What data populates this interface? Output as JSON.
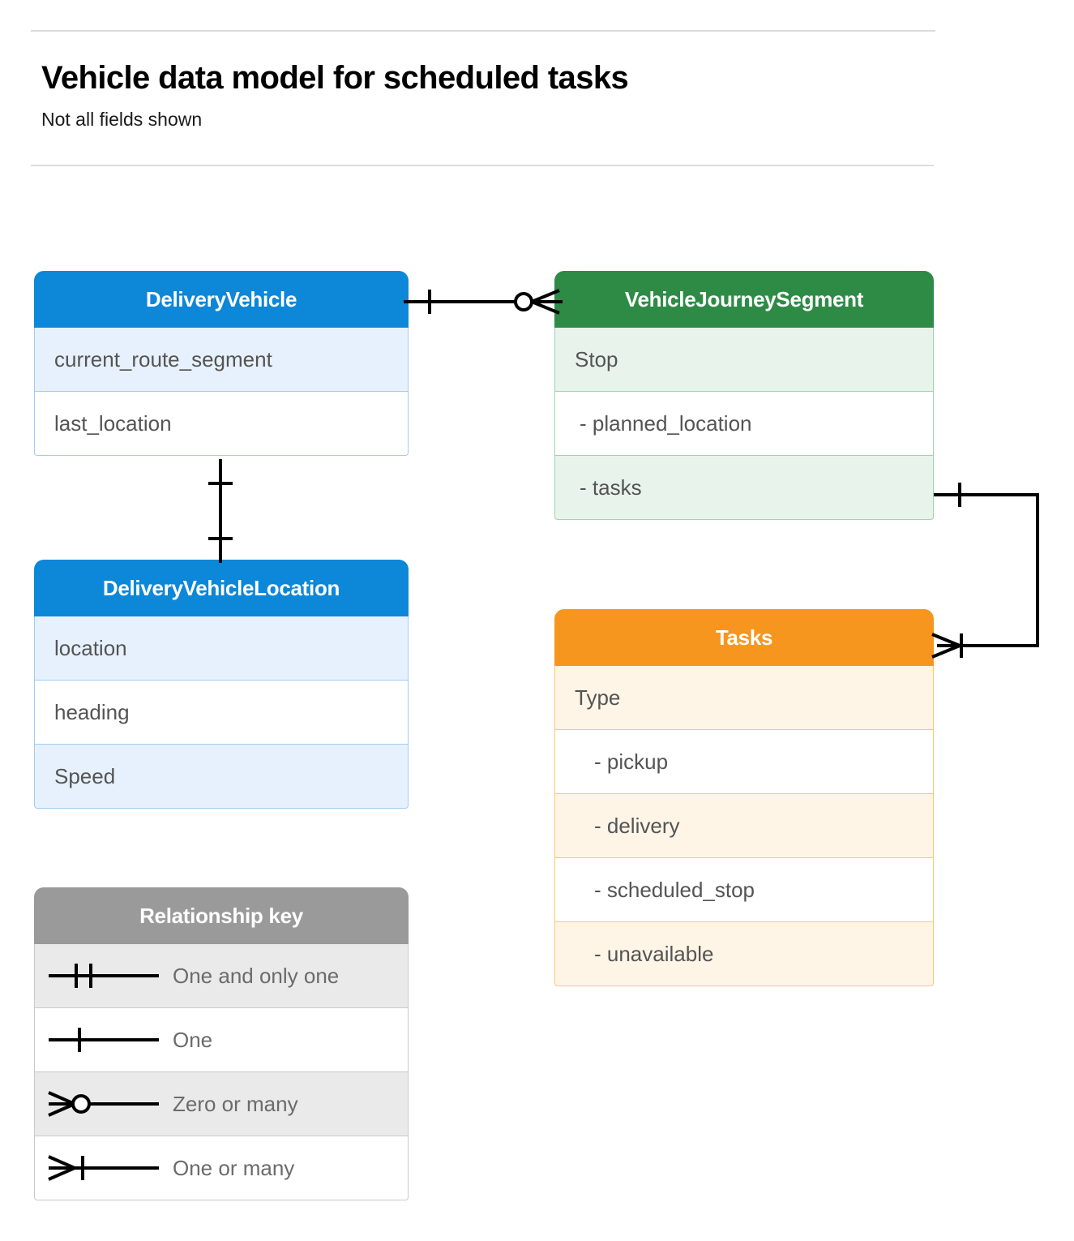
{
  "header": {
    "title": "Vehicle data model for scheduled tasks",
    "subtitle": "Not all fields shown"
  },
  "entities": [
    {
      "id": "delivery-vehicle",
      "name": "DeliveryVehicle",
      "color": "#0d87d8",
      "rows": [
        "current_route_segment",
        "last_location"
      ]
    },
    {
      "id": "delivery-vehicle-location",
      "name": "DeliveryVehicleLocation",
      "color": "#0d87d8",
      "rows": [
        "location",
        "heading",
        "Speed"
      ]
    },
    {
      "id": "journey-segment",
      "name": "VehicleJourneySegment",
      "color": "#2e8b46",
      "rows": [
        "Stop",
        "-  planned_location",
        "- tasks"
      ]
    },
    {
      "id": "tasks",
      "name": "Tasks",
      "color": "#f7961e",
      "rows": [
        "Type",
        "-  pickup",
        "-  delivery",
        "-  scheduled_stop",
        "-  unavailable"
      ]
    }
  ],
  "legend": {
    "title": "Relationship key",
    "header_color": "#9a9a9a",
    "items": [
      {
        "symbol": "one-and-only-one",
        "label": "One and only one"
      },
      {
        "symbol": "one",
        "label": "One"
      },
      {
        "symbol": "zero-or-many",
        "label": "Zero or many"
      },
      {
        "symbol": "one-or-many",
        "label": "One or many"
      }
    ]
  },
  "relationships": [
    {
      "id": "vehicle-to-journey-segment",
      "from": "DeliveryVehicle",
      "to": "VehicleJourneySegment",
      "from_cardinality": "one",
      "to_cardinality": "zero-or-many"
    },
    {
      "id": "vehicle-to-vehicle-location",
      "from": "DeliveryVehicle",
      "to": "DeliveryVehicleLocation",
      "from_cardinality": "one",
      "to_cardinality": "one"
    },
    {
      "id": "journey-tasks-to-tasks",
      "from": "VehicleJourneySegment.tasks",
      "to": "Tasks",
      "from_cardinality": "one",
      "to_cardinality": "one-or-many"
    }
  ]
}
